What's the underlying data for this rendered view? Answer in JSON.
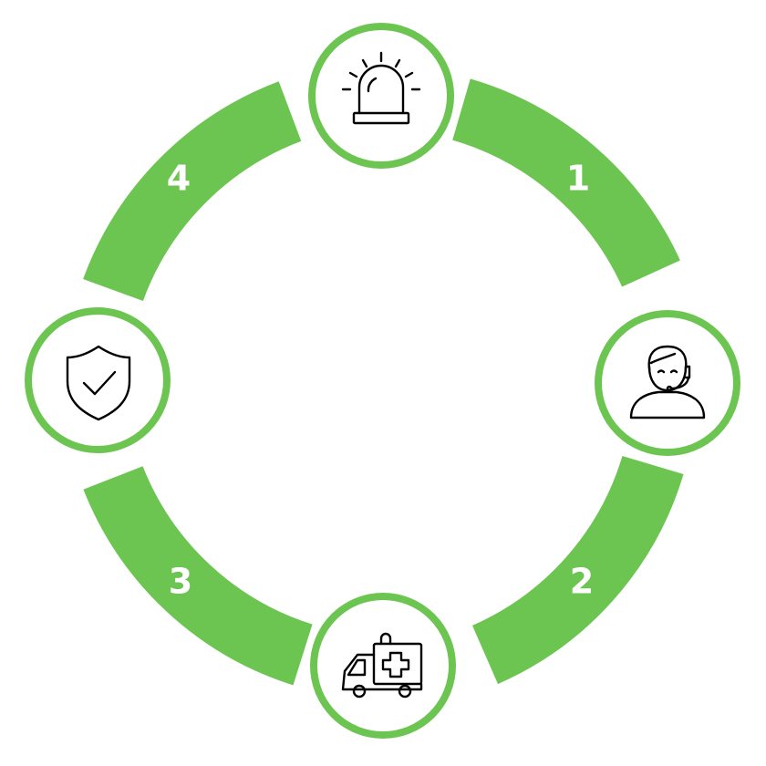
{
  "accent_color": "#6cc551",
  "steps": [
    {
      "label": "1",
      "icon": "siren-icon"
    },
    {
      "label": "2",
      "icon": "ambulance-icon"
    },
    {
      "label": "3",
      "icon": "shield-check-icon"
    },
    {
      "label": "4",
      "icon": "siren-icon"
    }
  ],
  "nodes": [
    {
      "icon": "siren-icon"
    },
    {
      "icon": "operator-headset-icon"
    },
    {
      "icon": "ambulance-icon"
    },
    {
      "icon": "shield-check-icon"
    }
  ]
}
